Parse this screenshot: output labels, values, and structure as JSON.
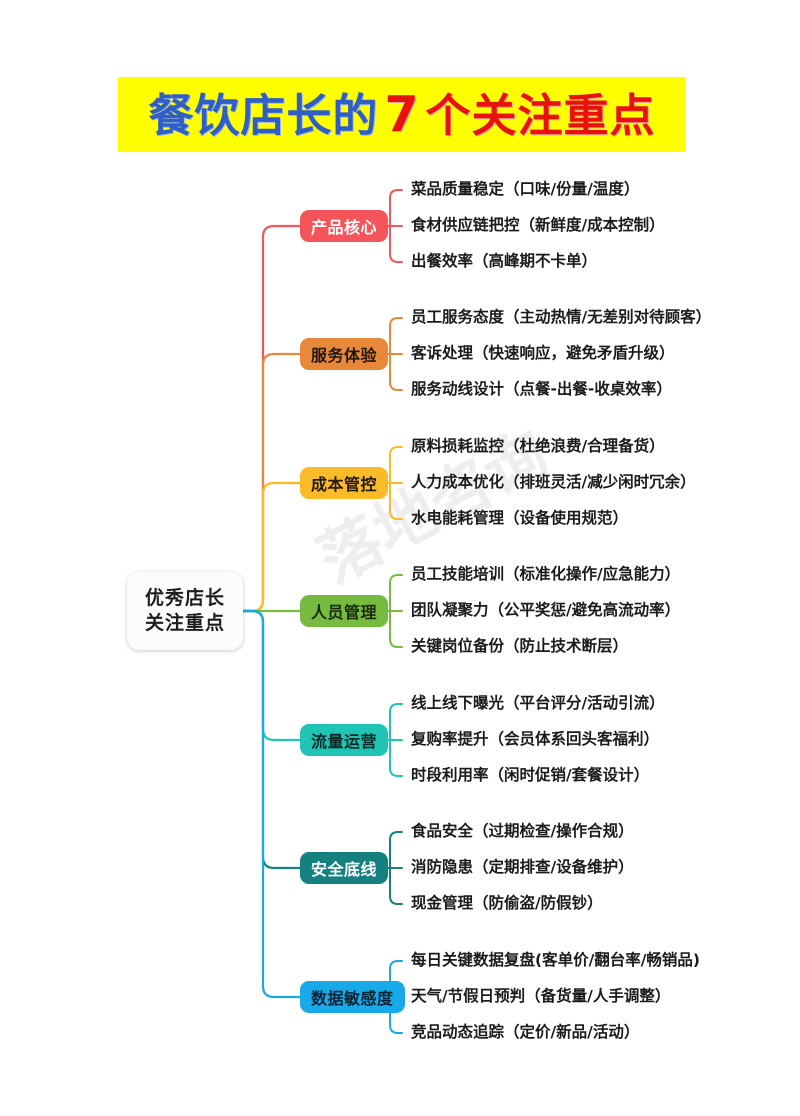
{
  "title": {
    "background": "#ffff00",
    "part_a": "餐饮店长的",
    "number": "7",
    "part_b": "个关注重点",
    "color_a": "#2f5ec4",
    "color_b": "#e8120c"
  },
  "watermark": {
    "text": "落地咨询"
  },
  "root": {
    "line1": "优秀店长",
    "line2": "关注重点",
    "background": "#fbfbfb",
    "text_color": "#1d1d1d"
  },
  "branches": [
    {
      "label": "产品核心",
      "color": "#f5555a",
      "text_color": "#ffffff",
      "leaves": [
        "菜品质量稳定（口味/份量/温度）",
        "食材供应链把控（新鲜度/成本控制）",
        "出餐效率（高峰期不卡单）"
      ]
    },
    {
      "label": "服务体验",
      "color": "#e8883a",
      "text_color": "#23180c",
      "leaves": [
        "员工服务态度（主动热情/无差别对待顾客）",
        "客诉处理（快速响应，避免矛盾升级）",
        "服务动线设计（点餐-出餐-收桌效率）"
      ]
    },
    {
      "label": "成本管控",
      "color": "#fbbb28",
      "text_color": "#23180c",
      "leaves": [
        "原料损耗监控（杜绝浪费/合理备货）",
        "人力成本优化（排班灵活/减少闲时冗余）",
        "水电能耗管理（设备使用规范）"
      ]
    },
    {
      "label": "人员管理",
      "color": "#76bb3f",
      "text_color": "#1b2a0d",
      "leaves": [
        "员工技能培训（标准化操作/应急能力）",
        "团队凝聚力（公平奖惩/避免高流动率）",
        "关键岗位备份（防止技术断层）"
      ]
    },
    {
      "label": "流量运营",
      "color": "#1fc4b4",
      "text_color": "#0d2a28",
      "leaves": [
        "线上线下曝光（平台评分/活动引流）",
        "复购率提升（会员体系回头客福利）",
        "时段利用率（闲时促销/套餐设计）"
      ]
    },
    {
      "label": "安全底线",
      "color": "#148080",
      "text_color": "#ffffff",
      "leaves": [
        "食品安全（过期检查/操作合规）",
        "消防隐患（定期排查/设备维护）",
        "现金管理（防偷盗/防假钞）"
      ]
    },
    {
      "label": "数据敏感度",
      "color": "#17a9e8",
      "text_color": "#0a2438",
      "leaves": [
        "每日关键数据复盘(客单价/翻台率/畅销品)",
        "天气/节假日预判（备货量/人手调整）",
        "竞品动态追踪（定价/新品/活动）"
      ]
    }
  ]
}
